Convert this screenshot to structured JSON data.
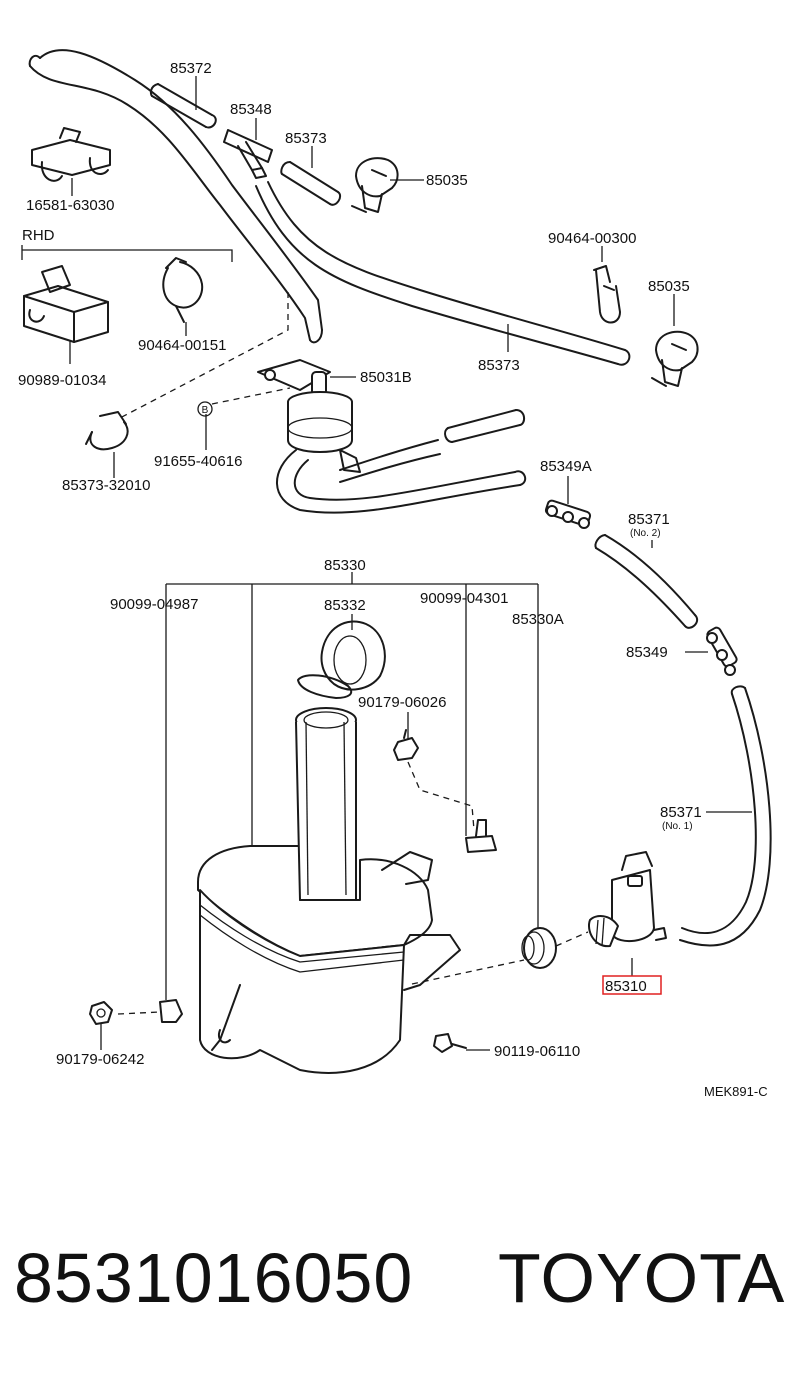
{
  "labels": {
    "p85372": "85372",
    "p85348": "85348",
    "p85373_top": "85373",
    "p85035_top": "85035",
    "p16581": "16581-63030",
    "rhd": "RHD",
    "p90464_00300": "90464-00300",
    "p85035_right": "85035",
    "p90989": "90989-01034",
    "p90464_00151": "90464-00151",
    "p85373_mid": "85373",
    "p85031B": "85031B",
    "p91655": "91655-40616",
    "circle_b": "B",
    "p85373_32010": "85373-32010",
    "p85349A": "85349A",
    "p85371_top": "85371",
    "no2": "(No. 2)",
    "p85330": "85330",
    "p90099_04987": "90099-04987",
    "p85332": "85332",
    "p90099_04301": "90099-04301",
    "p85330A": "85330A",
    "p85349": "85349",
    "p90179_06026": "90179-06026",
    "p85371_bottom": "85371",
    "no1": "(No. 1)",
    "p85310": "85310",
    "p90179_06242": "90179-06242",
    "p90119_06110": "90119-06110",
    "figure_code": "MEK891-C"
  },
  "highlight_color": "#e02020",
  "footer": {
    "part_number": "8531016050",
    "brand": "TOYOTA"
  }
}
